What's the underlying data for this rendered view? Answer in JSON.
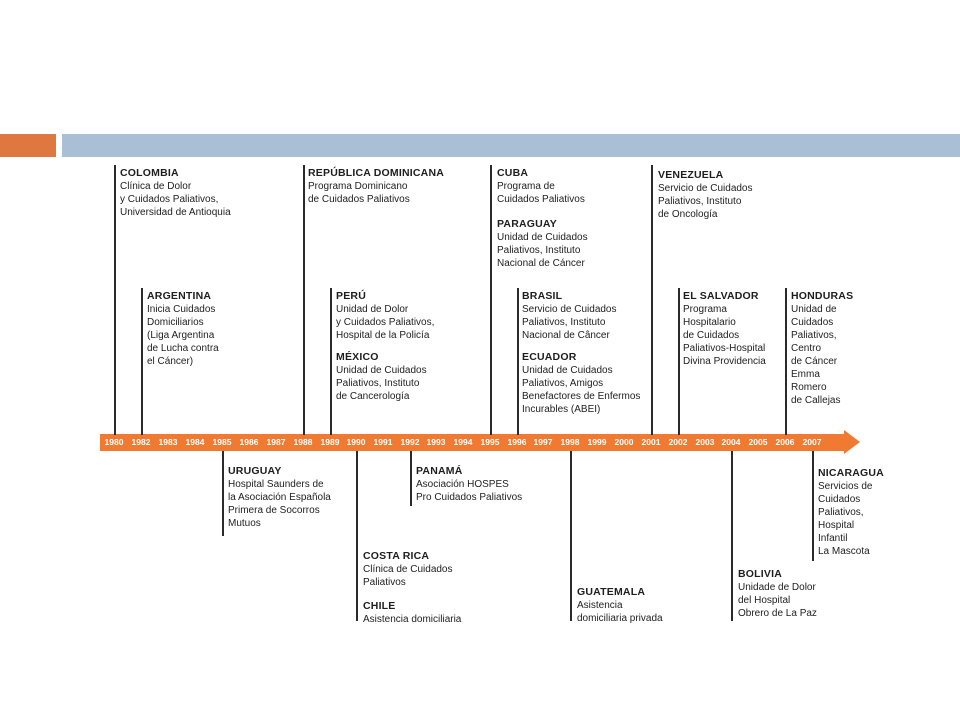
{
  "colors": {
    "accent_orange": "#de7840",
    "accent_blue": "#a9bfd5",
    "timeline_orange": "#f07a32",
    "year_text": "#ffffff"
  },
  "years": [
    "1980",
    "1982",
    "1983",
    "1984",
    "1985",
    "1986",
    "1987",
    "1988",
    "1989",
    "1990",
    "1991",
    "1992",
    "1993",
    "1994",
    "1995",
    "1996",
    "1997",
    "1998",
    "1999",
    "2000",
    "2001",
    "2002",
    "2003",
    "2004",
    "2005",
    "2006",
    "2007"
  ],
  "events": [
    {
      "id": "colombia",
      "country": "COLOMBIA",
      "lines": [
        "Clínica de Dolor",
        "y Cuidados Paliativos,",
        "Universidad de Antioquia"
      ]
    },
    {
      "id": "argentina",
      "country": "ARGENTINA",
      "lines": [
        "Inicia Cuidados",
        "Domiciliarios",
        "(Liga Argentina",
        "de Lucha contra",
        "el Cáncer)"
      ]
    },
    {
      "id": "republica-dominicana",
      "country": "REPÚBLICA DOMINICANA",
      "lines": [
        "Programa Dominicano",
        "de Cuidados Paliativos"
      ]
    },
    {
      "id": "peru",
      "country": "PERÚ",
      "lines": [
        "Unidad de Dolor",
        "y Cuidados Paliativos,",
        "Hospital de la Policía"
      ]
    },
    {
      "id": "mexico",
      "country": "MÉXICO",
      "lines": [
        "Unidad de Cuidados",
        "Paliativos, Instituto",
        "de Cancerología"
      ]
    },
    {
      "id": "cuba",
      "country": "CUBA",
      "lines": [
        "Programa de",
        "Cuidados Paliativos"
      ]
    },
    {
      "id": "paraguay",
      "country": "PARAGUAY",
      "lines": [
        "Unidad de Cuidados",
        "Paliativos, Instituto",
        "Nacional de Cáncer"
      ]
    },
    {
      "id": "brasil",
      "country": "BRASIL",
      "lines": [
        "Servicio de Cuidados",
        "Paliativos, Instituto",
        "Nacional de Câncer"
      ]
    },
    {
      "id": "ecuador",
      "country": "ECUADOR",
      "lines": [
        "Unidad de Cuidados",
        "Paliativos, Amigos",
        "Benefactores de Enfermos",
        "Incurables (ABEI)"
      ]
    },
    {
      "id": "venezuela",
      "country": "VENEZUELA",
      "lines": [
        "Servicio de Cuidados",
        "Paliativos, Instituto",
        "de Oncología"
      ]
    },
    {
      "id": "el-salvador",
      "country": "EL SALVADOR",
      "lines": [
        "Programa",
        "Hospitalario",
        "de Cuidados",
        "Paliativos-Hospital",
        "Divina Providencia"
      ]
    },
    {
      "id": "honduras",
      "country": "HONDURAS",
      "lines": [
        "Unidad de",
        "Cuidados",
        "Paliativos,",
        "Centro",
        "de Cáncer",
        "Emma",
        "Romero",
        "de Callejas"
      ]
    },
    {
      "id": "uruguay",
      "country": "URUGUAY",
      "lines": [
        "Hospital Saunders de",
        "la Asociación Española",
        "Primera de Socorros",
        "Mutuos"
      ]
    },
    {
      "id": "panama",
      "country": "PANAMÁ",
      "lines": [
        "Asociación HOSPES",
        "Pro Cuidados Paliativos"
      ]
    },
    {
      "id": "costa-rica",
      "country": "COSTA RICA",
      "lines": [
        "Clínica de Cuidados",
        "Paliativos"
      ]
    },
    {
      "id": "chile",
      "country": "CHILE",
      "lines": [
        "Asistencia domiciliaria"
      ]
    },
    {
      "id": "guatemala",
      "country": "GUATEMALA",
      "lines": [
        "Asistencia",
        "domiciliaria privada"
      ]
    },
    {
      "id": "bolivia",
      "country": "BOLIVIA",
      "lines": [
        "Unidade de Dolor",
        "del Hospital",
        "Obrero de La Paz"
      ]
    },
    {
      "id": "nicaragua",
      "country": "NICARAGUA",
      "lines": [
        "Servicios de",
        "Cuidados",
        "Paliativos,",
        "Hospital",
        "Infantil",
        "La Mascota"
      ]
    }
  ]
}
